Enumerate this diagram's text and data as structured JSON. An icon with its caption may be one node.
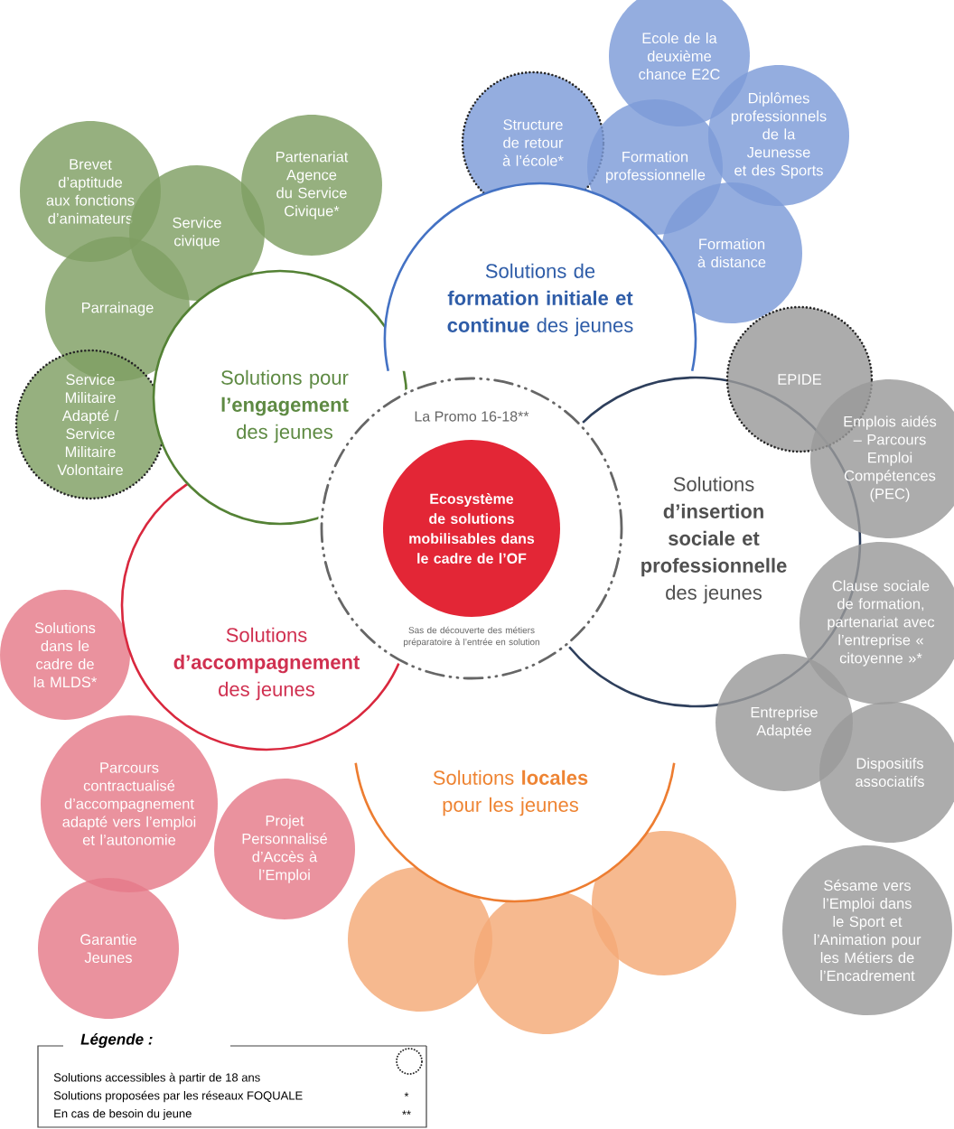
{
  "diagram": {
    "nodes": [
      {
        "text": [
          "Brevet d’aptitude aux fonctions d’animateurs"
        ]
      },
      {
        "text": [
          "Service civique"
        ]
      },
      {
        "text": [
          "Partenariat Agence du Service Civique*"
        ]
      },
      {
        "text": [
          "Parrainage"
        ]
      },
      {
        "text": [
          "Service Militaire Adapté / Service Militaire Volontaire"
        ]
      },
      {
        "text": [
          "Solutions pour **l’engagement** des jeunes"
        ]
      },
      {
        "text": [
          "Ecole de la deuxième chance E2C"
        ]
      },
      {
        "text": [
          "Structure de retour à l’école*"
        ]
      },
      {
        "text": [
          "Formation professionnelle"
        ]
      },
      {
        "text": [
          "Diplômes professionnels de la Jeunesse et des Sports"
        ]
      },
      {
        "text": [
          "Formation à distance"
        ]
      },
      {
        "text": [
          "Solutions de **formation initiale et continue** des jeunes"
        ]
      },
      {
        "text": [
          "La Promo 16-18**",
          "Sas de découverte des métiers préparatoire à l’entrée en solution"
        ]
      },
      {
        "text": [
          "Ecosystème de solutions mobilisables dans le cadre de l’OF"
        ],
        "in": 12
      },
      {
        "text": [
          "Solutions **d’insertion sociale et professionnelle** des jeunes"
        ]
      },
      {
        "text": [
          "EPIDE"
        ]
      },
      {
        "text": [
          "Emplois aidés – Parcours Emploi Compétences (PEC)"
        ]
      },
      {
        "text": [
          "Clause sociale de formation, partenariat avec l’entreprise « citoyenne »*"
        ]
      },
      {
        "text": [
          "Entreprise Adaptée"
        ]
      },
      {
        "text": [
          "Dispositifs associatifs"
        ]
      },
      {
        "text": [
          "Sésame vers l’Emploi dans le Sport et l’Animation pour les Métiers de l’Encadrement"
        ]
      },
      {
        "text": [
          "Solutions **d’accompagnement** des jeunes"
        ]
      },
      {
        "text": [
          "Solutions dans le cadre de la MLDS*"
        ]
      },
      {
        "text": [
          "Parcours contractualisé d’accompagnement adapté vers l’emploi et l’autonomie"
        ]
      },
      {
        "text": [
          "Projet Personnalisé d’Accès à l’Emploi"
        ]
      },
      {
        "text": [
          "Garantie Jeunes"
        ]
      },
      {
        "text": [
          "Solutions **locales** pour les jeunes"
        ]
      },
      {
        "text": [],
        "shape": "circle"
      },
      {
        "text": [],
        "shape": "circle"
      },
      {
        "text": [],
        "shape": "circle"
      }
    ],
    "edges": [],
    "labels": [
      "Légende :",
      "*",
      "**"
    ],
    "legend": [
      {
        "text": "Solutions accessibles à partir de 18 ans"
      },
      {
        "text": "Solutions proposées par les réseaux FOQUALE"
      },
      {
        "text": "En cas de besoin du jeune"
      }
    ]
  }
}
